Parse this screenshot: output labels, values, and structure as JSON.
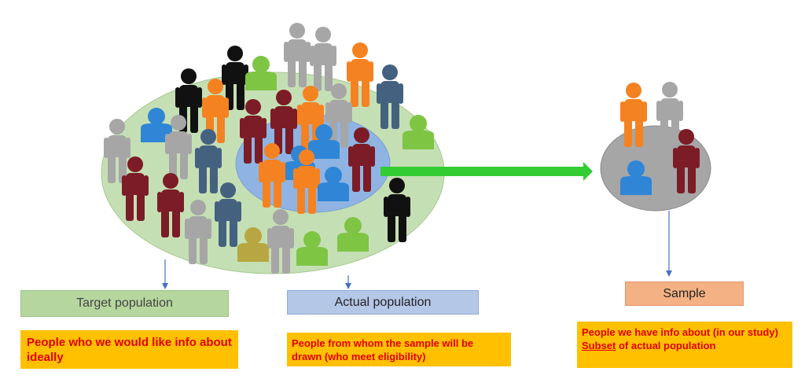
{
  "labels": {
    "target": "Target population",
    "actual": "Actual population",
    "sample": "Sample"
  },
  "notes": {
    "target": "People who we would like info about ideally",
    "actual": "People from whom the sample will be drawn (who meet eligibility)",
    "sample_line1": "People we have info about (in our study)",
    "sample_underlined": "Subset",
    "sample_line2_rest": " of actual population"
  },
  "colors": {
    "outer_ellipse": "#c5dfb4",
    "inner_ellipse": "#8fb4e3",
    "sample_circle": "#a6a6a6",
    "arrow": "#33cc33",
    "label_target": "#a9d18e",
    "label_actual": "#b4c7e7",
    "label_sample": "#f4b183",
    "note_bg": "#ffc000",
    "note_text": "#e00000"
  },
  "icons": [
    "person-icon-group",
    "green-arrow-icon",
    "down-arrow-icon"
  ]
}
